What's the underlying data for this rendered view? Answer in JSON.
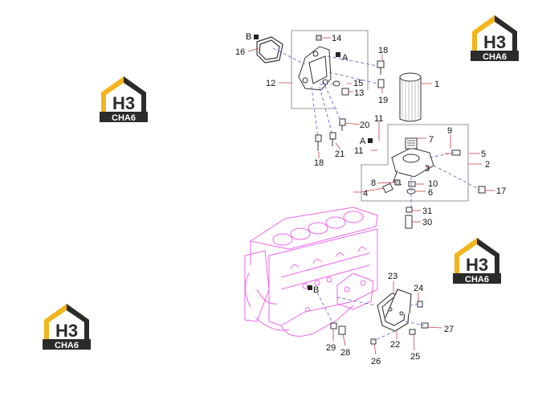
{
  "logo": {
    "mark": "H3",
    "word": "CHA6"
  },
  "logos_count": 4,
  "callouts": [
    "1",
    "2",
    "3",
    "4",
    "5",
    "6",
    "7",
    "8",
    "9",
    "10",
    "11",
    "11",
    "12",
    "13",
    "14",
    "15",
    "16",
    "17",
    "18",
    "18",
    "19",
    "20",
    "21",
    "22",
    "23",
    "24",
    "25",
    "26",
    "27",
    "28",
    "29",
    "30",
    "31"
  ],
  "markers": [
    "A",
    "A",
    "B",
    "B"
  ],
  "colors": {
    "logo_yellow": "#f2b51c",
    "logo_dark": "#2b2b2b",
    "block_pink": "#ee66ee",
    "leader_red": "#d44",
    "dash_blue": "#6b6bd6",
    "part_outline": "#333333"
  }
}
